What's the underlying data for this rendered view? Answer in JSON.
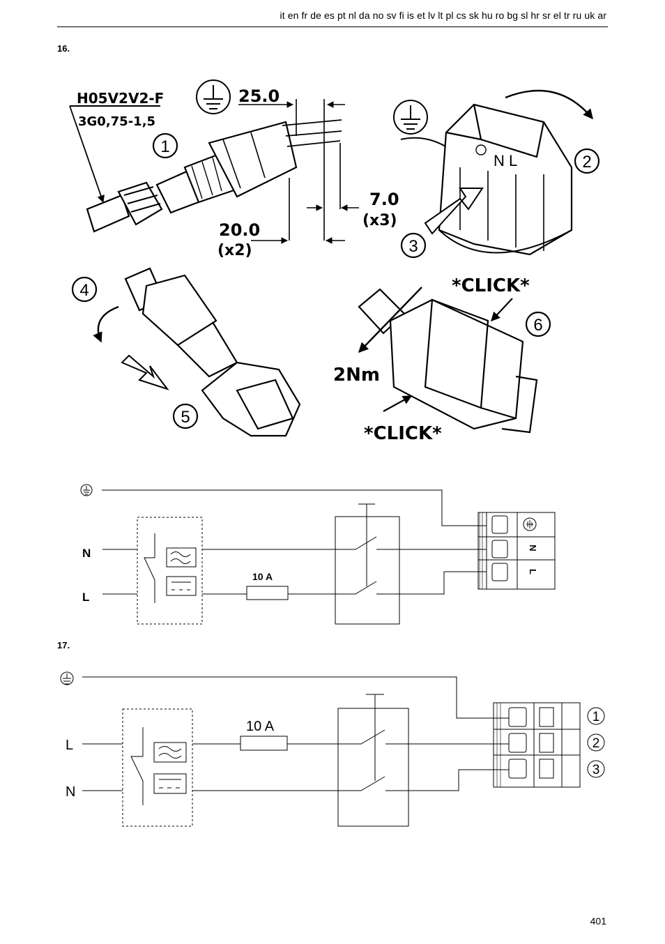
{
  "header": {
    "languages": "it en fr de es pt nl da no sv fi is et lv lt pl cs sk hu ro bg sl hr sr el tr ru uk ar"
  },
  "figure16": {
    "label": "16.",
    "cable_type": "H05V2V2-F",
    "cable_spec": "3G0,75-1,5",
    "dim_strip_outer": "25.0",
    "dim_strip_wire": "7.0",
    "dim_strip_wire_count": "(x3)",
    "dim_wire_length": "20.0",
    "dim_wire_length_count": "(x2)",
    "terminal_letters": "N L",
    "torque": "2Nm",
    "click_top": "*CLICK*",
    "click_bottom": "*CLICK*",
    "step_numbers": [
      "1",
      "2",
      "3",
      "4",
      "5",
      "6"
    ]
  },
  "wiring16": {
    "label_n": "N",
    "label_l": "L",
    "fuse": "10 A",
    "terminal_n": "N",
    "terminal_l": "L"
  },
  "figure17": {
    "label": "17.",
    "label_l": "L",
    "label_n": "N",
    "fuse": "10 A",
    "terminals": [
      "1",
      "2",
      "3"
    ]
  },
  "footer": {
    "page_number": "401"
  }
}
